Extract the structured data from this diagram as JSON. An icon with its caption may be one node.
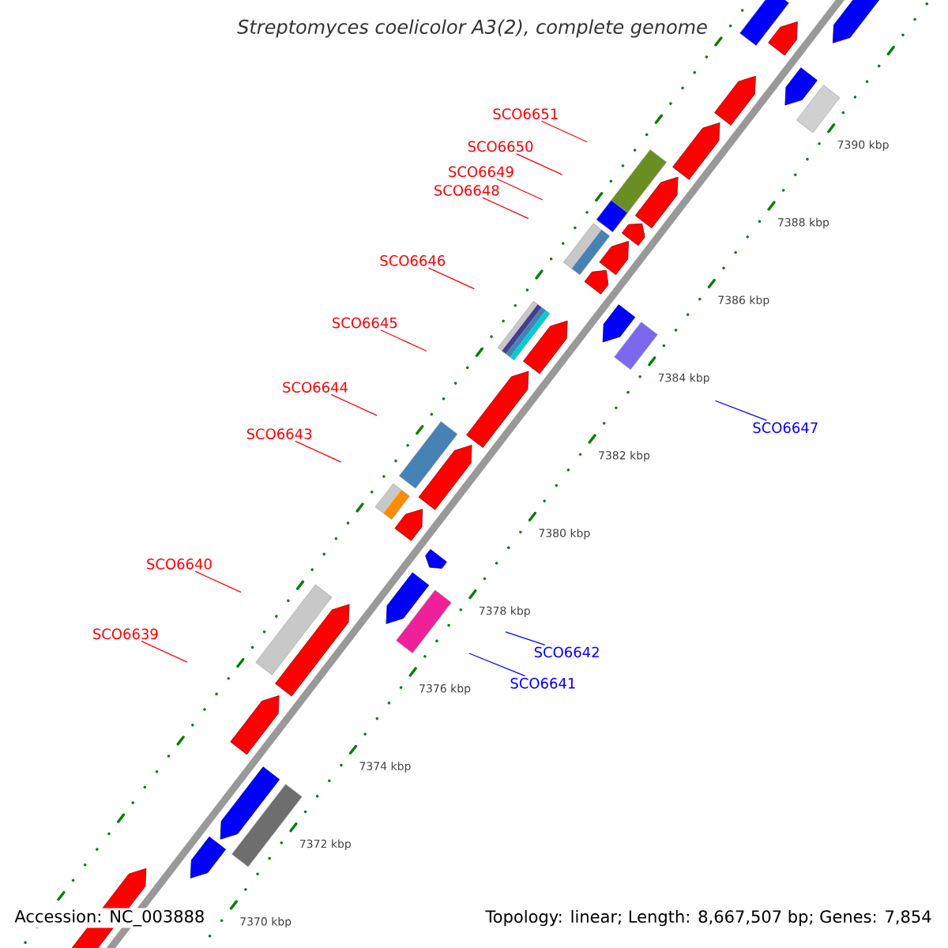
{
  "diagram": {
    "title": "Streptomyces coelicolor A3(2), complete genome",
    "nodes": [
      {
        "text": [
          "SCO6651"
        ]
      },
      {
        "text": [
          "SCO6650"
        ]
      },
      {
        "text": [
          "SCO6649"
        ]
      },
      {
        "text": [
          "SCO6648"
        ]
      },
      {
        "text": [
          "SCO6646"
        ]
      },
      {
        "text": [
          "SCO6645"
        ]
      },
      {
        "text": [
          "SCO6644"
        ]
      },
      {
        "text": [
          "SCO6647"
        ]
      },
      {
        "text": [
          "SCO6643"
        ]
      },
      {
        "text": [
          "SCO6640"
        ]
      },
      {
        "text": [
          "SCO6639"
        ]
      },
      {
        "text": [
          "SCO6642"
        ]
      },
      {
        "text": [
          "SCO6641"
        ]
      }
    ],
    "edges": [
      {
        "from": 0,
        "to": null,
        "arrow": "none"
      },
      {
        "from": 1,
        "to": null,
        "arrow": "none"
      },
      {
        "from": 2,
        "to": null,
        "arrow": "none"
      },
      {
        "from": 3,
        "to": null,
        "arrow": "none"
      },
      {
        "from": 4,
        "to": null,
        "arrow": "none"
      },
      {
        "from": 5,
        "to": null,
        "arrow": "none"
      },
      {
        "from": 6,
        "to": null,
        "arrow": "none"
      },
      {
        "from": 7,
        "to": null,
        "arrow": "none",
        "color": "#0000ff"
      },
      {
        "from": 8,
        "to": null,
        "arrow": "none"
      },
      {
        "from": 9,
        "to": null,
        "arrow": "none"
      },
      {
        "from": 10,
        "to": null,
        "arrow": "none"
      },
      {
        "from": 11,
        "to": null,
        "arrow": "none",
        "color": "#0000ff"
      },
      {
        "from": 12,
        "to": null,
        "arrow": "none",
        "color": "#0000ff"
      }
    ],
    "labels": [
      "7390 kbp",
      "7388 kbp",
      "7386 kbp",
      "7384 kbp",
      "7382 kbp",
      "7380 kbp",
      "7378 kbp",
      "7376 kbp",
      "7374 kbp",
      "7372 kbp",
      "7370 kbp",
      "Accession: NC_003888",
      "Topology: linear; Length: 8,667,507 bp; Genes: 7,854"
    ]
  }
}
